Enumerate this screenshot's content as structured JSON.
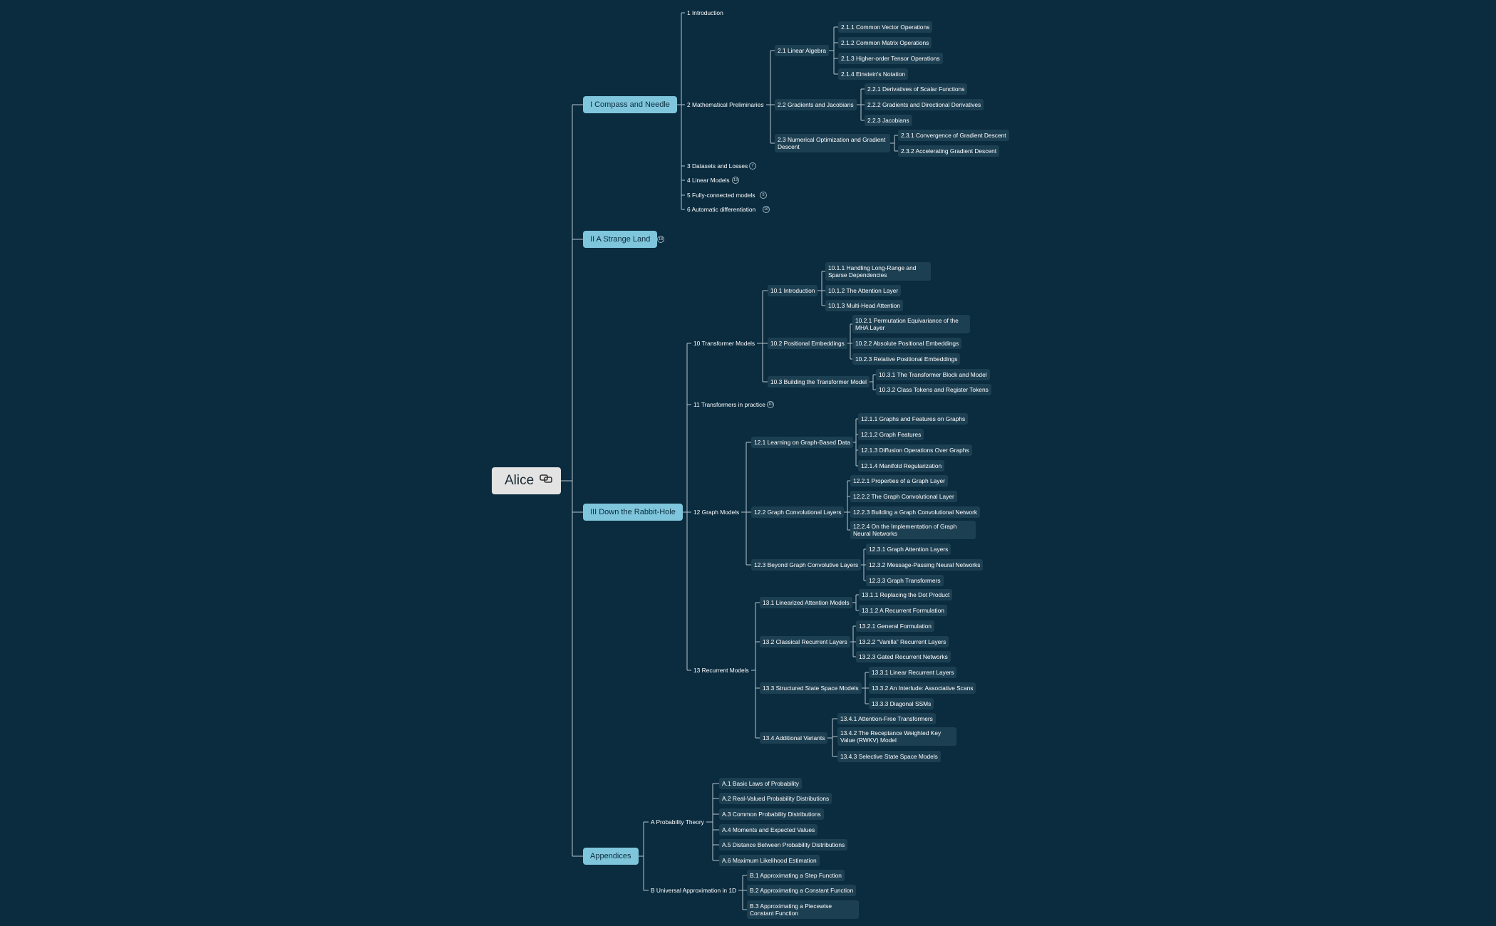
{
  "title": "Alice",
  "root_icon": "linked-map-icon",
  "colors": {
    "background": "#0b2c3f",
    "branch": "#7fc6dc",
    "leaf": "#1d3f52",
    "line": "#b7c4cc",
    "root": "#e3e3e3"
  },
  "nodes": {
    "p1": "I Compass and Needle",
    "p2": "II A Strange Land",
    "p3": "III Down the Rabbit-Hole",
    "p4": "Appendices",
    "c1": "1 Introduction",
    "c2": "2 Mathematical Preliminaries",
    "c3": "3 Datasets and Losses",
    "c4": "4 Linear Models",
    "c5": "5 Fully-connected models",
    "c6": "6 Automatic differentiation",
    "s21": "2.1 Linear Algebra",
    "s22": "2.2 Gradients and Jacobians",
    "s23": "2.3 Numerical Optimization and Gradient Descent",
    "s211": "2.1.1 Common Vector Operations",
    "s212": "2.1.2 Common Matrix Operations",
    "s213": "2.1.3 Higher-order Tensor Operations",
    "s214": "2.1.4 Einstein's Notation",
    "s221": "2.2.1 Derivatives of Scalar Functions",
    "s222": "2.2.2 Gradients and Directional Derivatives",
    "s223": "2.2.3 Jacobians",
    "s231": "2.3.1 Convergence of Gradient Descent",
    "s232": "2.3.2 Accelerating Gradient Descent",
    "c10": "10 Transformer Models",
    "c11": "11 Transformers in practice",
    "c12": "12 Graph Models",
    "c13": "13 Recurrent Models",
    "s101": "10.1 Introduction",
    "s102": "10.2 Positional Embeddings",
    "s103": "10.3 Building the Transformer Model",
    "s1011": "10.1.1 Handling Long-Range and Sparse Dependencies",
    "s1012": "10.1.2 The Attention Layer",
    "s1013": "10.1.3 Multi-Head Attention",
    "s1021": "10.2.1 Permutation Equivariance of the MHA Layer",
    "s1022": "10.2.2 Absolute Positional Embeddings",
    "s1023": "10.2.3 Relative Positional Embeddings",
    "s1031": "10.3.1 The Transformer Block and Model",
    "s1032": "10.3.2 Class Tokens and Register Tokens",
    "s121": "12.1 Learning on Graph-Based Data",
    "s122": "12.2 Graph Convolutional Layers",
    "s123": "12.3 Beyond Graph Convolutive Layers",
    "s1211": "12.1.1 Graphs and Features on Graphs",
    "s1212": "12.1.2 Graph Features",
    "s1213": "12.1.3 Diffusion Operations Over Graphs",
    "s1214": "12.1.4 Manifold Regularization",
    "s1221": "12.2.1 Properties of a Graph Layer",
    "s1222": "12.2.2 The Graph Convolutional Layer",
    "s1223": "12.2.3 Building a Graph Convolutional Network",
    "s1224": "12.2.4 On the Implementation of Graph Neural Networks",
    "s1231": "12.3.1 Graph Attention Layers",
    "s1232": "12.3.2 Message-Passing Neural Networks",
    "s1233": "12.3.3 Graph Transformers",
    "s131": "13.1 Linearized Attention Models",
    "s132": "13.2 Classical Recurrent Layers",
    "s133": "13.3 Structured State Space Models",
    "s134": "13.4 Additional Variants",
    "s1311": "13.1.1 Replacing the Dot Product",
    "s1312": "13.1.2 A Recurrent Formulation",
    "s1321": "13.2.1 General Formulation",
    "s1322": "13.2.2 “Vanilla” Recurrent Layers",
    "s1323": "13.2.3 Gated Recurrent Networks",
    "s1331": "13.3.1 Linear Recurrent Layers",
    "s1332": "13.3.2 An Interlude: Associative Scans",
    "s1333": "13.3.3 Diagonal SSMs",
    "s1341": "13.4.1 Attention-Free Transformers",
    "s1342": "13.4.2 The Receptance Weighted Key Value (RWKV) Model",
    "s1343": "13.4.3 Selective State Space Models",
    "cA": "A Probability Theory",
    "cB": "B Universal Approximation in 1D",
    "sA1": "A.1 Basic Laws of Probability",
    "sA2": "A.2 Real-Valued Probability Distributions",
    "sA3": "A.3 Common Probability Distributions",
    "sA4": "A.4 Moments and Expected Values",
    "sA5": "A.5 Distance Between Probability Distributions",
    "sA6": "A.6 Maximum Likelihood Estimation",
    "sB1": "B.1 Approximating a Step Function",
    "sB2": "B.2 Approximating a Constant Function",
    "sB3": "B.3 Approximating a Piecewise Constant Function"
  },
  "collapsed_counts": {
    "c3": "7",
    "c4": "13",
    "c5": "5",
    "c6": "10",
    "p2": "18",
    "c11": "10"
  }
}
